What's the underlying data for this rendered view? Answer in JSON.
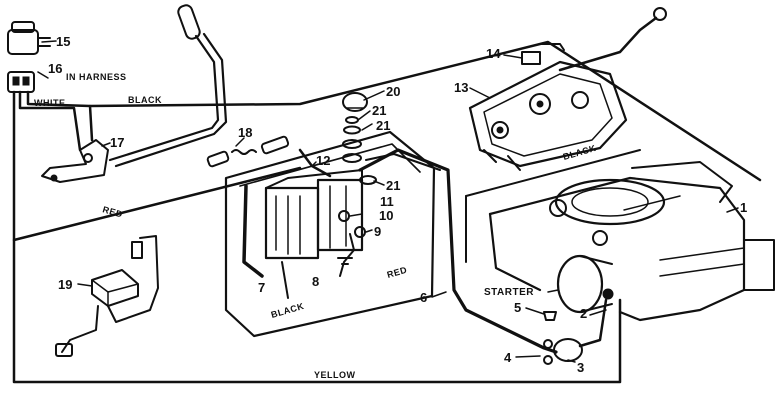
{
  "parts": [
    {
      "id": "part-1",
      "number": "1"
    },
    {
      "id": "part-2",
      "number": "2"
    },
    {
      "id": "part-3",
      "number": "3"
    },
    {
      "id": "part-4",
      "number": "4"
    },
    {
      "id": "part-5",
      "number": "5"
    },
    {
      "id": "part-6",
      "number": "6"
    },
    {
      "id": "part-7",
      "number": "7"
    },
    {
      "id": "part-8",
      "number": "8"
    },
    {
      "id": "part-9",
      "number": "9"
    },
    {
      "id": "part-10",
      "number": "10"
    },
    {
      "id": "part-11",
      "number": "11"
    },
    {
      "id": "part-12",
      "number": "12"
    },
    {
      "id": "part-13",
      "number": "13"
    },
    {
      "id": "part-14",
      "number": "14"
    },
    {
      "id": "part-15",
      "number": "15"
    },
    {
      "id": "part-16",
      "number": "16"
    },
    {
      "id": "part-17",
      "number": "17"
    },
    {
      "id": "part-18",
      "number": "18"
    },
    {
      "id": "part-19",
      "number": "19"
    },
    {
      "id": "part-20",
      "number": "20"
    },
    {
      "id": "part-21a",
      "number": "21"
    },
    {
      "id": "part-21b",
      "number": "21"
    },
    {
      "id": "part-21c",
      "number": "21"
    }
  ],
  "annotations": {
    "in_harness": "IN HARNESS",
    "starter": "STARTER"
  },
  "wires": {
    "white": "WHITE",
    "black_top": "BLACK",
    "red_left": "RED",
    "black_engine": "BLACK",
    "black_battery": "BLACK",
    "red_battery": "RED",
    "yellow": "YELLOW"
  }
}
